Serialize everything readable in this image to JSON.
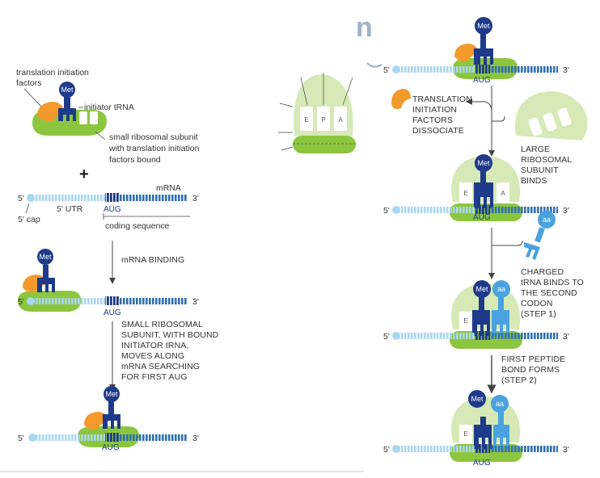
{
  "colors": {
    "small_subunit": "#8cc63f",
    "large_subunit": "#d6e9b6",
    "init_factor": "#f39a2b",
    "trna_dark": "#1e3a8a",
    "trna_light": "#4aa3df",
    "mrna_light": "#a9d6f2",
    "mrna_dark": "#2f6fb3",
    "arrow": "#444444"
  },
  "left": {
    "translation_initiation_factors": [
      "translation initiation",
      "factors"
    ],
    "met": "Met",
    "initiator_trna": "initiator tRNA",
    "small_subunit": [
      "small ribosomal subunit",
      "with translation initiation",
      "factors bound"
    ],
    "plus": "+",
    "mrna": "mRNA",
    "five_prime": "5'",
    "three_prime": "3'",
    "five_utr": "5' UTR",
    "aug": "AUG",
    "five_cap": "5' cap",
    "coding_sequence": "coding sequence",
    "mrna_binding": "mRNA BINDING",
    "moves_along": [
      "SMALL RIBOSOMAL",
      "SUBUNIT, WITH BOUND",
      "INITIATOR tRNA,",
      "MOVES ALONG",
      "mRNA SEARCHING",
      "FOR FIRST AUG"
    ]
  },
  "middle": {
    "sites": [
      "E",
      "P",
      "A"
    ],
    "fragment": "n"
  },
  "right": {
    "met": "Met",
    "aa": "aa",
    "five_prime": "5'",
    "three_prime": "3'",
    "aug": "AUG",
    "sites": [
      "E",
      "A"
    ],
    "factors_dissociate": [
      "TRANSLATION",
      "INITIATION",
      "FACTORS",
      "DISSOCIATE"
    ],
    "large_binds": [
      "LARGE",
      "RIBOSOMAL",
      "SUBUNIT",
      "BINDS"
    ],
    "charged_trna": [
      "CHARGED",
      "tRNA BINDS TO",
      "THE SECOND",
      "CODON",
      "(STEP 1)"
    ],
    "peptide_bond": [
      "FIRST PEPTIDE",
      "BOND FORMS",
      "(STEP 2)"
    ]
  }
}
